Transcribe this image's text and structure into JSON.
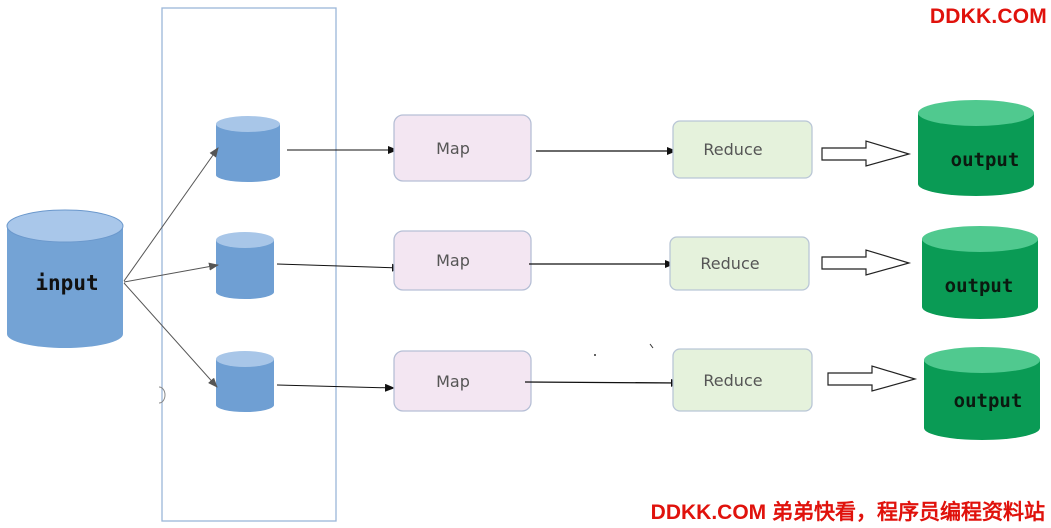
{
  "diagram": {
    "input_label": "input",
    "map_label": "Map",
    "reduce_label": "Reduce",
    "output_label": "output",
    "pipelines": [
      {
        "map": "Map",
        "reduce": "Reduce",
        "output": "output"
      },
      {
        "map": "Map",
        "reduce": "Reduce",
        "output": "output"
      },
      {
        "map": "Map",
        "reduce": "Reduce",
        "output": "output"
      }
    ]
  },
  "watermarks": {
    "top": "DDKK.COM",
    "bottom": "DDKK.COM 弟弟快看，程序员编程资料站"
  },
  "colors": {
    "input_fill": "#74a3d5",
    "input_top": "#a9c7ea",
    "split_fill": "#6f9fd3",
    "split_top": "#a8c6e8",
    "map_fill": "#f3e6f2",
    "map_stroke": "#b6bfd6",
    "reduce_fill": "#e5f2dc",
    "reduce_stroke": "#b9c6d6",
    "output_fill": "#0a9b55",
    "output_top": "#50c98f",
    "frame": "#9cb6d8",
    "watermark": "#e0120c"
  }
}
